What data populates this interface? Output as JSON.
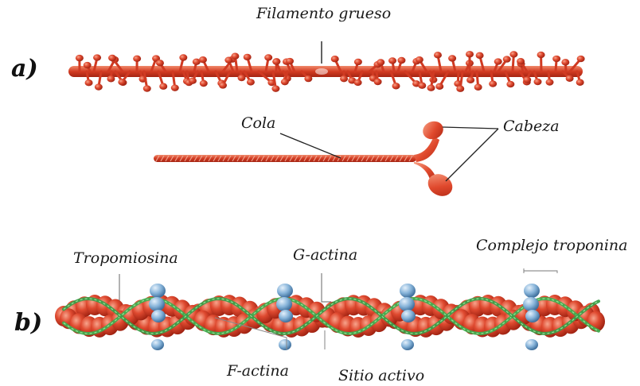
{
  "panels": {
    "a": {
      "marker": "a)"
    },
    "b": {
      "marker": "b)"
    }
  },
  "labels": {
    "filamento_grueso": "Filamento grueso",
    "cola": "Cola",
    "cabeza": "Cabeza",
    "tropomiosina": "Tropomiosina",
    "g_actina": "G-actina",
    "complejo_troponina": "Complejo troponina",
    "f_actina": "F-actina",
    "sitio_activo": "Sitio activo"
  },
  "colors": {
    "myosin_red": "#d7402a",
    "myosin_light": "#ef7a5c",
    "actin_red": "#cf3a26",
    "tropomyosin_green": "#3fae4f",
    "troponin_blue": "#7fb0d8",
    "leader_line": "#222222"
  }
}
